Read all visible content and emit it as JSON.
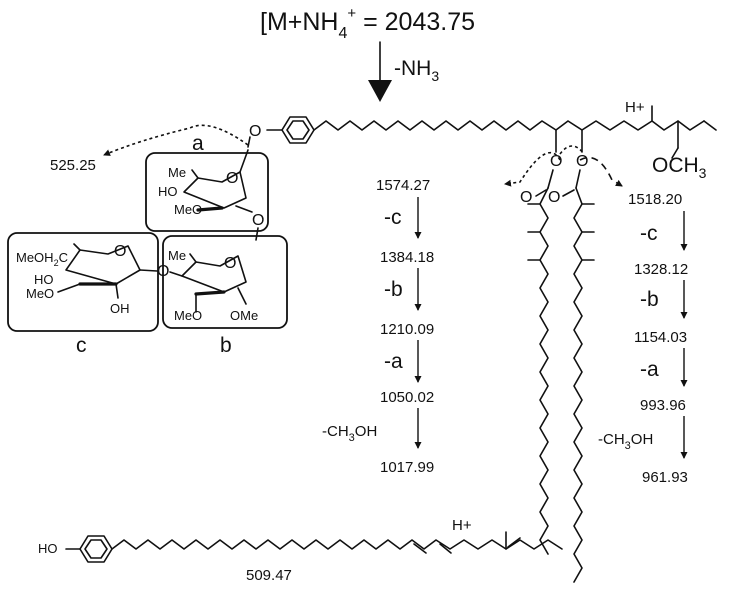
{
  "precursor": {
    "ion": "[M+NH",
    "sub": "4",
    "charge": "+",
    "eq": " = 2043.75"
  },
  "loss_nh3": {
    "prefix": "-NH",
    "sub": "3"
  },
  "proton": "H+",
  "methoxy": {
    "prefix": "OCH",
    "sub": "3"
  },
  "sugars": {
    "a": {
      "label": "a",
      "atoms": {
        "me": "Me",
        "ho": "HO",
        "meo": "MeO",
        "ring_o": "O",
        "link_o": "O"
      }
    },
    "b": {
      "label": "b",
      "atoms": {
        "me": "Me",
        "meo": "MeO",
        "ome": "OMe",
        "ring_o": "O",
        "link_o": "O"
      }
    },
    "c": {
      "label": "c",
      "atoms": {
        "meoh2c": "MeOH",
        "c": "C",
        "sub2": "2",
        "ho": "HO",
        "meo": "MeO",
        "oh": "OH",
        "ring_o": "O"
      }
    }
  },
  "phenol_o": "O",
  "ester_o": [
    "O",
    "O",
    "O",
    "O"
  ],
  "fragment_sugar_loss": "525.25",
  "left_series": {
    "values": [
      "1574.27",
      "1384.18",
      "1210.09",
      "1050.02",
      "1017.99"
    ],
    "losses": [
      "-c",
      "-b",
      "-a"
    ],
    "methanol": {
      "prefix": "-CH",
      "sub": "3",
      "suffix": "OH"
    }
  },
  "right_series": {
    "values": [
      "1518.20",
      "1328.12",
      "1154.03",
      "993.96",
      "961.93"
    ],
    "losses": [
      "-c",
      "-b",
      "-a"
    ],
    "methanol": {
      "prefix": "-CH",
      "sub": "3",
      "suffix": "OH"
    }
  },
  "bottom_fragment": {
    "ho": "HO",
    "proton": "H+",
    "mass": "509.47"
  }
}
